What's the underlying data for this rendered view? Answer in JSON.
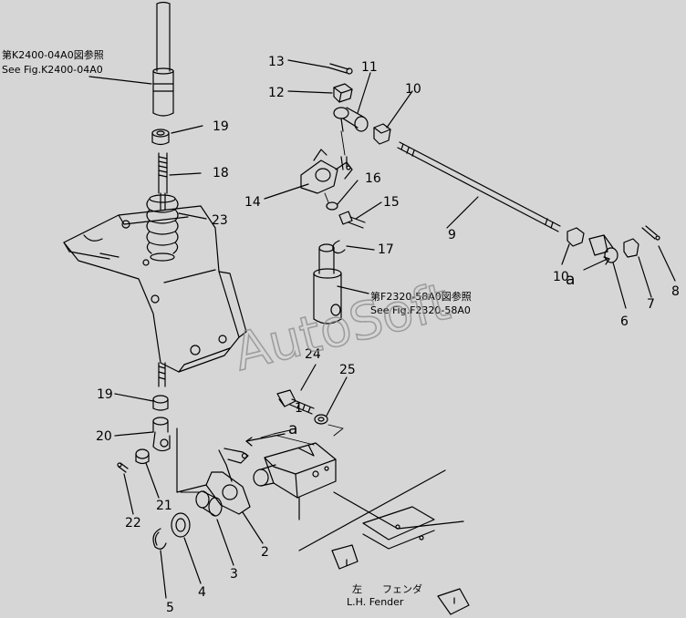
{
  "notes": {
    "fig_k2400_jp": "第K2400-04A0図参照",
    "fig_k2400_en": "See Fig.K2400-04A0",
    "fig_f2320_jp": "第F2320-58A0図参照",
    "fig_f2320_en": "See Fig.F2320-58A0",
    "fender_jp": "左　　フェンダ",
    "fender_en": "L.H. Fender"
  },
  "watermark": "AutoSoft",
  "callouts": [
    {
      "id": "1",
      "label": "1"
    },
    {
      "id": "2",
      "label": "2"
    },
    {
      "id": "3",
      "label": "3"
    },
    {
      "id": "4",
      "label": "4"
    },
    {
      "id": "5",
      "label": "5"
    },
    {
      "id": "6",
      "label": "6"
    },
    {
      "id": "7",
      "label": "7"
    },
    {
      "id": "8",
      "label": "8"
    },
    {
      "id": "9",
      "label": "9"
    },
    {
      "id": "10a",
      "label": "10"
    },
    {
      "id": "10b",
      "label": "10"
    },
    {
      "id": "11",
      "label": "11"
    },
    {
      "id": "12",
      "label": "12"
    },
    {
      "id": "13",
      "label": "13"
    },
    {
      "id": "14",
      "label": "14"
    },
    {
      "id": "15",
      "label": "15"
    },
    {
      "id": "16",
      "label": "16"
    },
    {
      "id": "17",
      "label": "17"
    },
    {
      "id": "18",
      "label": "18"
    },
    {
      "id": "19a",
      "label": "19"
    },
    {
      "id": "19b",
      "label": "19"
    },
    {
      "id": "20",
      "label": "20"
    },
    {
      "id": "21",
      "label": "21"
    },
    {
      "id": "22",
      "label": "22"
    },
    {
      "id": "23",
      "label": "23"
    },
    {
      "id": "24",
      "label": "24"
    },
    {
      "id": "25",
      "label": "25"
    }
  ],
  "markers": [
    {
      "id": "a1",
      "label": "a"
    },
    {
      "id": "a2",
      "label": "a"
    }
  ]
}
